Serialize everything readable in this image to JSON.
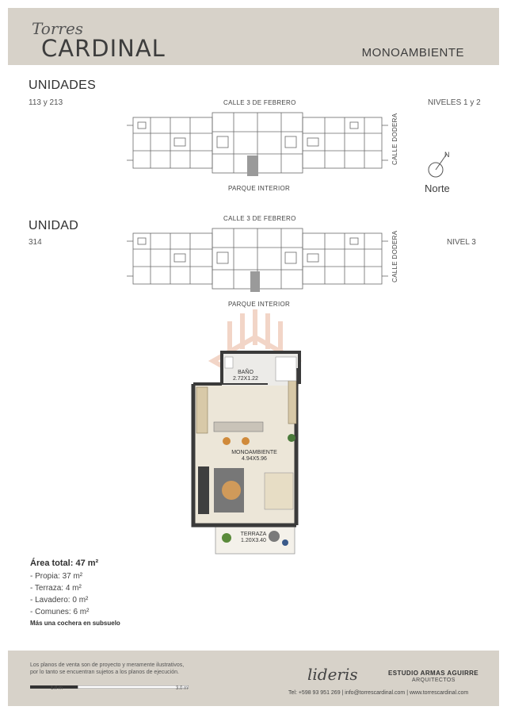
{
  "header": {
    "brand_script": "Torres",
    "brand_main": "CARDINAL",
    "unit_type": "MONOAMBIENTE"
  },
  "section1": {
    "title": "UNIDADES",
    "units": "113 y 213",
    "levels": "NIVELES 1 y 2",
    "street_top": "CALLE 3 DE FEBRERO",
    "street_side": "CALLE DODERA",
    "park": "PARQUE INTERIOR"
  },
  "section2": {
    "title": "UNIDAD",
    "units": "314",
    "levels": "NIVEL 3",
    "street_top": "CALLE 3 DE FEBRERO",
    "street_side": "CALLE DODERA",
    "park": "PARQUE INTERIOR"
  },
  "compass": {
    "label": "Norte",
    "letter": "N"
  },
  "floorplan": {
    "rooms": [
      {
        "name": "BAÑO",
        "dims": "2.72X1.22"
      },
      {
        "name": "MONOAMBIENTE",
        "dims": "4.94X5.96"
      },
      {
        "name": "TERRAZA",
        "dims": "1.20X3.40"
      }
    ]
  },
  "areas": {
    "total": "Área total: 47 m²",
    "lines": [
      "- Propia: 37 m²",
      "- Terraza: 4 m²",
      "- Lavadero: 0 m²",
      "- Comunes: 6 m²"
    ],
    "note": "Más una cochera en subsuelo"
  },
  "footer": {
    "disclaimer_1": "Los planos de venta son de proyecto y meramente ilustrativos,",
    "disclaimer_2": "por lo tanto se encuentran sujetos a los planos de ejecución.",
    "scale_1": "1.0 m",
    "scale_2": "3.0 m",
    "logo": "lideris",
    "estudio": "ESTUDIO ARMAS AGUIRRE",
    "arquitectos": "ARQUITECTOS",
    "contact": "Tel: +598 93 951 269 | info@torrescardinal.com | www.torrescardinal.com"
  },
  "colors": {
    "band": "#d7d2c9",
    "wall": "#3a3a3a",
    "floor": "#ece6d8",
    "watermark": "#e8b49a"
  }
}
